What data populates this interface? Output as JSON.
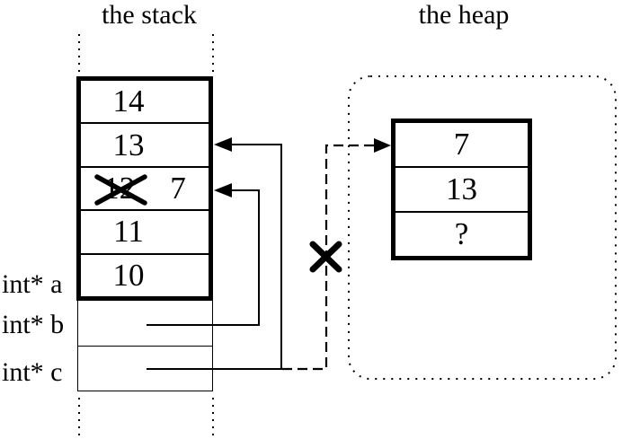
{
  "diagram": {
    "stack": {
      "title": "the stack",
      "cells": [
        {
          "value": "14"
        },
        {
          "value": "13"
        },
        {
          "old_value": "12",
          "new_value": "7",
          "crossed_out": true
        },
        {
          "value": "11"
        },
        {
          "value": "10"
        }
      ],
      "pointer_labels": [
        "int* a",
        "int* b",
        "int* c"
      ]
    },
    "heap": {
      "title": "the heap",
      "cells": [
        {
          "value": "7"
        },
        {
          "value": "13"
        },
        {
          "value": "?"
        }
      ]
    },
    "colors": {
      "ink": "#000000",
      "background": "#ffffff"
    }
  }
}
